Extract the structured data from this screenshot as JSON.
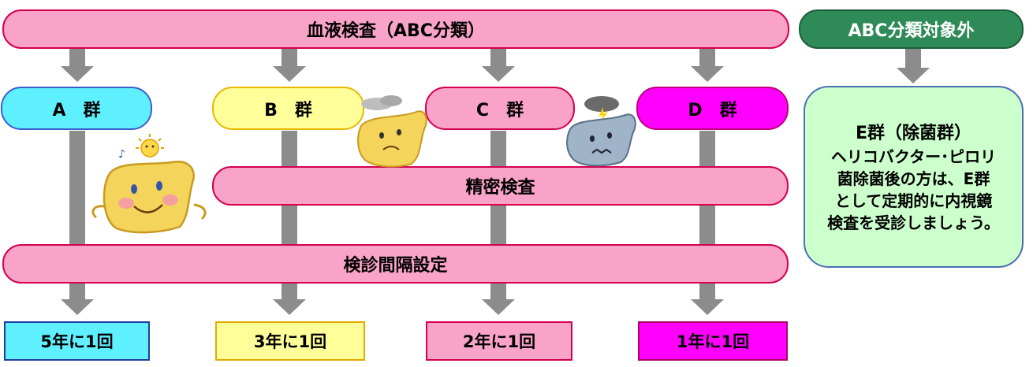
{
  "top_bar": {
    "label": "血液検査（ABC分類）"
  },
  "exclusion": {
    "label": "ABC分類対象外"
  },
  "groups": [
    {
      "label": "A　群",
      "color": "#5ff0ff"
    },
    {
      "label": "B　群",
      "color": "#ffff99"
    },
    {
      "label": "C　群",
      "color": "#f9a3c8"
    },
    {
      "label": "D　群",
      "color": "#ff00ff"
    }
  ],
  "detailed_exam": {
    "label": "精密検査"
  },
  "interval_setting": {
    "label": "検診間隔設定"
  },
  "intervals": [
    {
      "label": "5年に1回",
      "color": "#5ff0ff"
    },
    {
      "label": "3年に1回",
      "color": "#ffff99"
    },
    {
      "label": "2年に1回",
      "color": "#f9a3c8"
    },
    {
      "label": "1年に1回",
      "color": "#ff00ff"
    }
  ],
  "e_group": {
    "title": "E群（除菌群）",
    "lines": [
      "ヘリコバクター･ピロリ",
      "菌除菌後の方は、E群",
      "として定期的に内視鏡",
      "検査を受診しましょう。"
    ]
  },
  "colors": {
    "pink": "#f9a3c8",
    "border_red": "#d40050",
    "green_header": "#2e8b57",
    "e_panel": "#ccffcc",
    "arrow_gray": "#8c8c8c"
  }
}
